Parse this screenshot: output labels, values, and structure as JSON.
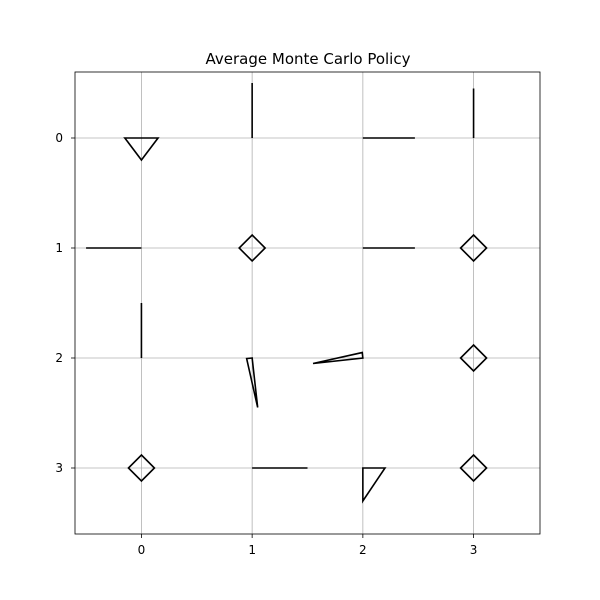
{
  "chart_data": {
    "type": "scatter",
    "title": "Average Monte Carlo Policy",
    "xlabel": "",
    "ylabel": "",
    "x_ticks": [
      "0",
      "1",
      "2",
      "3"
    ],
    "y_ticks": [
      "0",
      "1",
      "2",
      "3"
    ],
    "xlim": [
      -0.6,
      3.6
    ],
    "ylim": [
      3.6,
      -0.6
    ],
    "y_inverted": true,
    "grid": true,
    "marker_color": "#000000",
    "grid_color": "#b0b0b0",
    "cells": [
      {
        "row": 0,
        "col": 0,
        "marker": "triangle",
        "direction": "down",
        "vector": [
          0.0,
          0.2
        ]
      },
      {
        "row": 0,
        "col": 1,
        "marker": "line",
        "direction": "up",
        "vector": [
          0.0,
          -0.5
        ]
      },
      {
        "row": 0,
        "col": 2,
        "marker": "line",
        "direction": "horizontal",
        "vector": [
          0.47,
          0.0
        ]
      },
      {
        "row": 0,
        "col": 3,
        "marker": "line",
        "direction": "up",
        "vector": [
          0.0,
          -0.45
        ]
      },
      {
        "row": 1,
        "col": 0,
        "marker": "line",
        "direction": "left",
        "vector": [
          -0.5,
          0.0
        ]
      },
      {
        "row": 1,
        "col": 1,
        "marker": "diamond",
        "direction": "none",
        "vector": [
          0.0,
          0.0
        ]
      },
      {
        "row": 1,
        "col": 2,
        "marker": "line",
        "direction": "horizontal",
        "vector": [
          0.47,
          0.0
        ]
      },
      {
        "row": 1,
        "col": 3,
        "marker": "diamond",
        "direction": "none",
        "vector": [
          0.0,
          0.0
        ]
      },
      {
        "row": 2,
        "col": 0,
        "marker": "line",
        "direction": "up",
        "vector": [
          0.0,
          -0.5
        ]
      },
      {
        "row": 2,
        "col": 1,
        "marker": "triangle",
        "direction": "down",
        "vector": [
          0.05,
          0.45
        ]
      },
      {
        "row": 2,
        "col": 2,
        "marker": "triangle",
        "direction": "left",
        "vector": [
          -0.45,
          0.05
        ]
      },
      {
        "row": 2,
        "col": 3,
        "marker": "diamond",
        "direction": "none",
        "vector": [
          0.0,
          0.0
        ]
      },
      {
        "row": 3,
        "col": 0,
        "marker": "diamond",
        "direction": "none",
        "vector": [
          0.0,
          0.0
        ]
      },
      {
        "row": 3,
        "col": 1,
        "marker": "line",
        "direction": "right",
        "vector": [
          0.5,
          0.0
        ]
      },
      {
        "row": 3,
        "col": 2,
        "marker": "triangle",
        "direction": "down",
        "vector": [
          0.2,
          0.3
        ]
      },
      {
        "row": 3,
        "col": 3,
        "marker": "diamond",
        "direction": "none",
        "vector": [
          0.0,
          0.0
        ]
      }
    ]
  }
}
